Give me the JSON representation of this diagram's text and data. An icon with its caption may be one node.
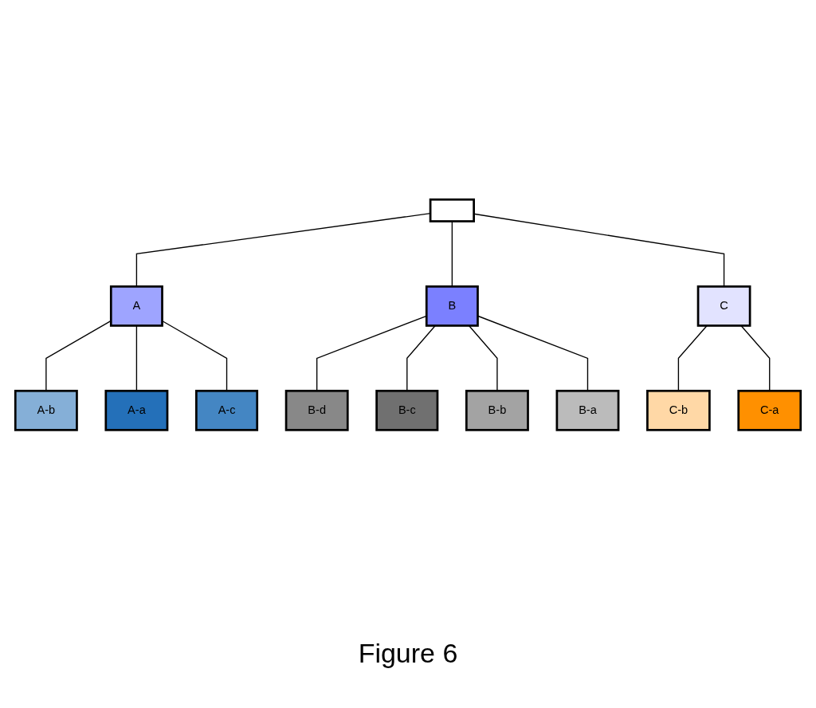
{
  "diagram": {
    "caption": "Figure 6",
    "nodes": [
      {
        "text": [],
        "shape": "box"
      },
      {
        "text": [
          "A"
        ]
      },
      {
        "text": [
          "B"
        ]
      },
      {
        "text": [
          "C"
        ]
      },
      {
        "text": [
          "A-b"
        ]
      },
      {
        "text": [
          "A-a"
        ]
      },
      {
        "text": [
          "A-c"
        ]
      },
      {
        "text": [
          "B-d"
        ]
      },
      {
        "text": [
          "B-c"
        ]
      },
      {
        "text": [
          "B-b"
        ]
      },
      {
        "text": [
          "B-a"
        ]
      },
      {
        "text": [
          "C-b"
        ]
      },
      {
        "text": [
          "C-a"
        ]
      }
    ],
    "edges": [
      {
        "from": 0,
        "to": 1,
        "arrow": "none"
      },
      {
        "from": 0,
        "to": 2,
        "arrow": "none"
      },
      {
        "from": 0,
        "to": 3,
        "arrow": "none"
      },
      {
        "from": 1,
        "to": 4,
        "arrow": "none"
      },
      {
        "from": 1,
        "to": 5,
        "arrow": "none"
      },
      {
        "from": 1,
        "to": 6,
        "arrow": "none"
      },
      {
        "from": 2,
        "to": 7,
        "arrow": "none"
      },
      {
        "from": 2,
        "to": 8,
        "arrow": "none"
      },
      {
        "from": 2,
        "to": 9,
        "arrow": "none"
      },
      {
        "from": 2,
        "to": 10,
        "arrow": "none"
      },
      {
        "from": 3,
        "to": 11,
        "arrow": "none"
      },
      {
        "from": 3,
        "to": 12,
        "arrow": "none"
      }
    ]
  }
}
